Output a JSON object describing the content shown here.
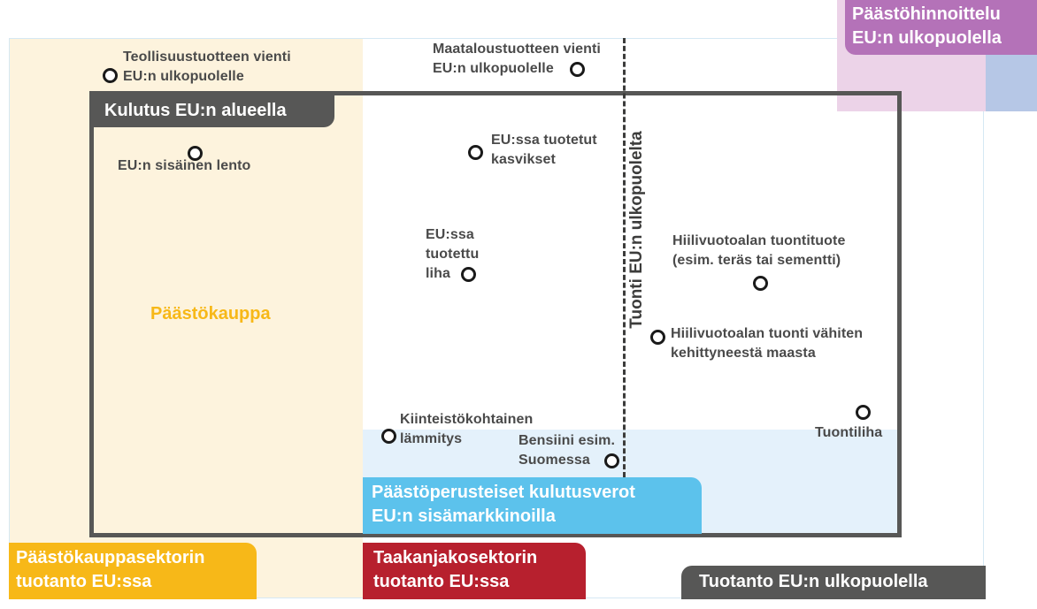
{
  "colors": {
    "ets_zone": "#fdf3dd",
    "ets_tag": "#f7b818",
    "effort_tag": "#b7202e",
    "consumption_tax_zone": "#e4f1fb",
    "consumption_tax_tag": "#5cc2ec",
    "outside_tag": "#575756",
    "pricing_outside_tag": "#b472b8",
    "frame": "#575756"
  },
  "tags": {
    "consumption_eu": "Kulutus EU:n alueella",
    "pricing_outside_line1": "Päästöhinnoittelu",
    "pricing_outside_line2": "EU:n ulkopuolella",
    "consumption_tax_line1": "Päästöperusteiset kulutusverot",
    "consumption_tax_line2": "EU:n sisämarkkinoilla",
    "ets_sector_line1": "Päästökauppasektorin",
    "ets_sector_line2": "tuotanto EU:ssa",
    "effort_sector_line1": "Taakanjakosektorin",
    "effort_sector_line2": "tuotanto EU:ssa",
    "production_outside": "Tuotanto EU:n ulkopuolella",
    "import_axis": "Tuonti EU:n ulkopuolelta",
    "emissions_trading": "Päästökauppa"
  },
  "points": {
    "industrial_export_1": "Teollisuustuotteen vienti",
    "industrial_export_2": "EU:n ulkopuolelle",
    "agri_export_1": "Maataloustuotteen vienti",
    "agri_export_2": "EU:n ulkopuolelle",
    "domestic_flight": "EU:n sisäinen lento",
    "crops_1": "EU:ssa tuotetut",
    "crops_2": "kasvikset",
    "meat_1": "EU:ssa",
    "meat_2": "tuotettu",
    "meat_3": "liha",
    "carbon_leakage_1": "Hiilivuotoalan tuontituote",
    "carbon_leakage_2": "(esim. teräs tai sementti)",
    "ldc_import_1": "Hiilivuotoalan tuonti vähiten",
    "ldc_import_2": "kehittyneestä maasta",
    "property_heating_1": "Kiinteistökohtainen",
    "property_heating_2": "lämmitys",
    "petrol_1": "Bensiini esim.",
    "petrol_2": "Suomessa",
    "imported_meat": "Tuontiliha"
  }
}
